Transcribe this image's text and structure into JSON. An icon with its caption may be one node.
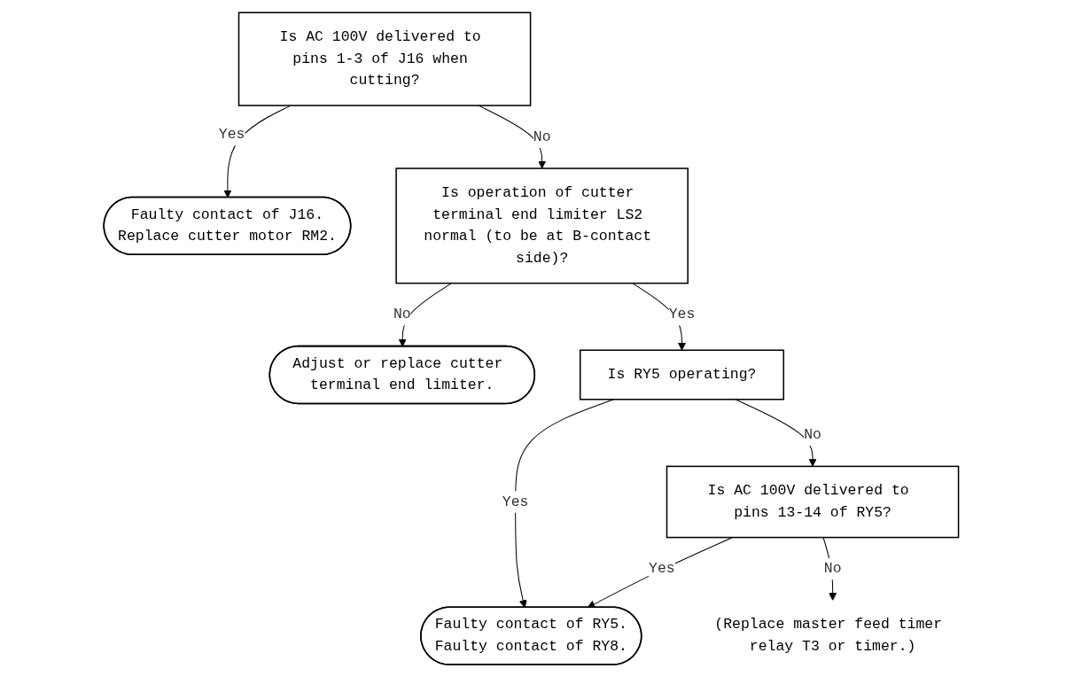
{
  "diagram": {
    "nodes": [
      {
        "text": [
          "Is AC 100V delivered to pins 1-3 of J16 when cutting?"
        ]
      },
      {
        "text": [
          "Faulty contact of J16.",
          "Replace cutter motor RM2."
        ]
      },
      {
        "text": [
          "Is operation of cutter terminal end limiter LS2 normal (to be at B-contact side)?"
        ]
      },
      {
        "text": [
          "Adjust or replace cutter terminal end limiter."
        ]
      },
      {
        "text": [
          "Is RY5 operating?"
        ]
      },
      {
        "text": [
          "Faulty contact of RY5.",
          "Faulty contact of RY8."
        ]
      },
      {
        "text": [
          "Is AC 100V delivered to pins 13-14 of RY5?"
        ]
      },
      {
        "text": [
          "(Replace master feed timer relay T3 or timer.)"
        ]
      }
    ],
    "edges": [
      {
        "from": 0,
        "to": 1,
        "arrow": "to",
        "label": "Yes"
      },
      {
        "from": 0,
        "to": 2,
        "arrow": "to",
        "label": "No"
      },
      {
        "from": 2,
        "to": 3,
        "arrow": "to",
        "label": "No"
      },
      {
        "from": 2,
        "to": 4,
        "arrow": "to",
        "label": "Yes"
      },
      {
        "from": 4,
        "to": 5,
        "arrow": "to",
        "label": "Yes"
      },
      {
        "from": 4,
        "to": 6,
        "arrow": "to",
        "label": "No"
      },
      {
        "from": 6,
        "to": 5,
        "arrow": "to",
        "label": "Yes"
      },
      {
        "from": 6,
        "to": 7,
        "arrow": "to",
        "label": "No"
      }
    ]
  }
}
